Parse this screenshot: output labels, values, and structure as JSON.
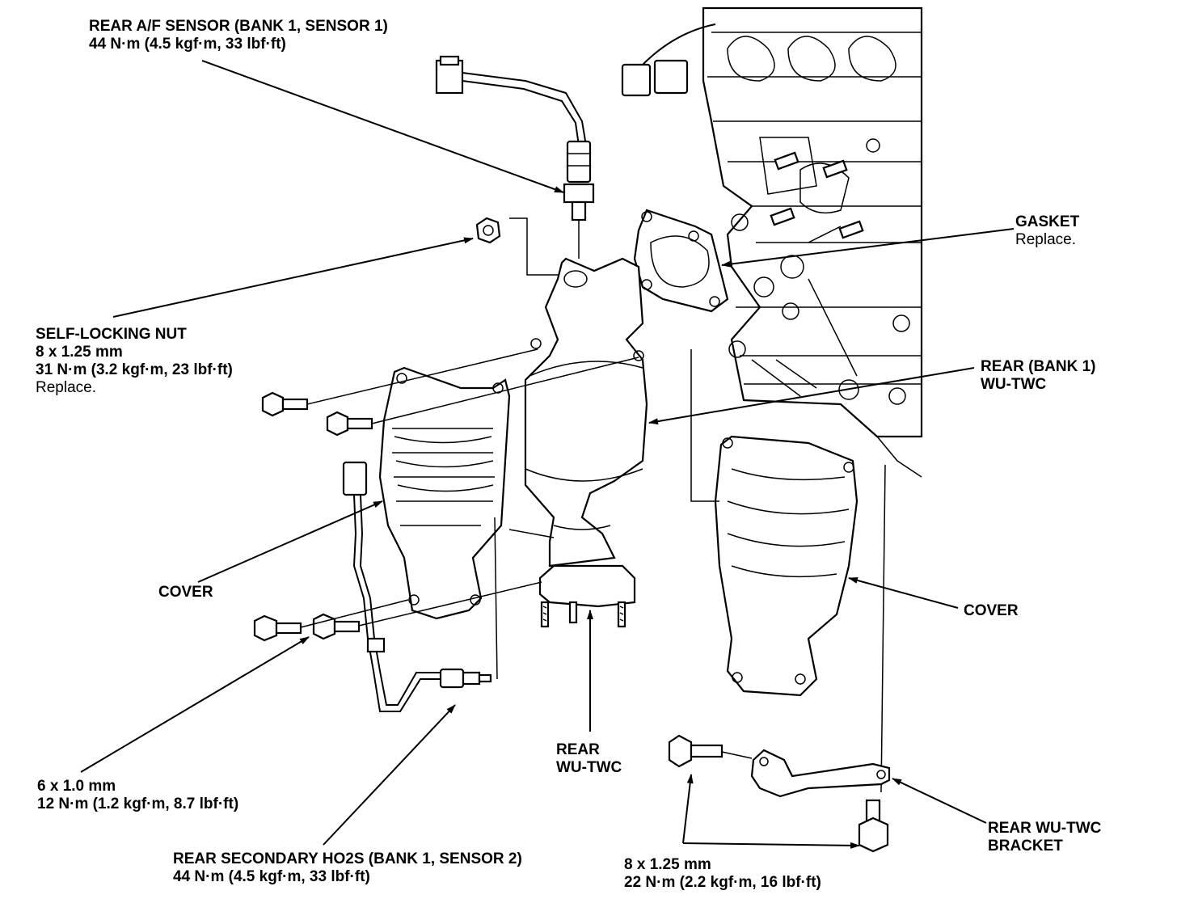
{
  "colors": {
    "ink": "#000000",
    "paper": "#ffffff"
  },
  "labels": {
    "rear_af_sensor": {
      "line1": "REAR A/F SENSOR (BANK 1, SENSOR 1)",
      "line2": "44 N·m (4.5 kgf·m, 33 lbf·ft)"
    },
    "gasket": {
      "line1": "GASKET",
      "line2": "Replace."
    },
    "self_locking_nut": {
      "line1": "SELF-LOCKING NUT",
      "line2": "8 x 1.25 mm",
      "line3": "31 N·m (3.2 kgf·m, 23 lbf·ft)",
      "line4": "Replace."
    },
    "rear_bank1_twc": {
      "line1": "REAR (BANK 1)",
      "line2": "WU-TWC"
    },
    "cover_left": {
      "line1": "COVER"
    },
    "cover_right": {
      "line1": "COVER"
    },
    "bolt_6x1": {
      "line1": "6 x 1.0 mm",
      "line2": "12 N·m (1.2 kgf·m, 8.7 lbf·ft)"
    },
    "rear_wu_twc": {
      "line1": "REAR",
      "line2": "WU-TWC"
    },
    "rear_secondary_ho2s": {
      "line1": "REAR SECONDARY HO2S (BANK 1, SENSOR 2)",
      "line2": "44 N·m (4.5 kgf·m, 33 lbf·ft)"
    },
    "bolt_8x125": {
      "line1": "8 x 1.25 mm",
      "line2": "22 N·m (2.2 kgf·m, 16 lbf·ft)"
    },
    "rear_wu_twc_bracket": {
      "line1": "REAR WU-TWC",
      "line2": "BRACKET"
    }
  }
}
